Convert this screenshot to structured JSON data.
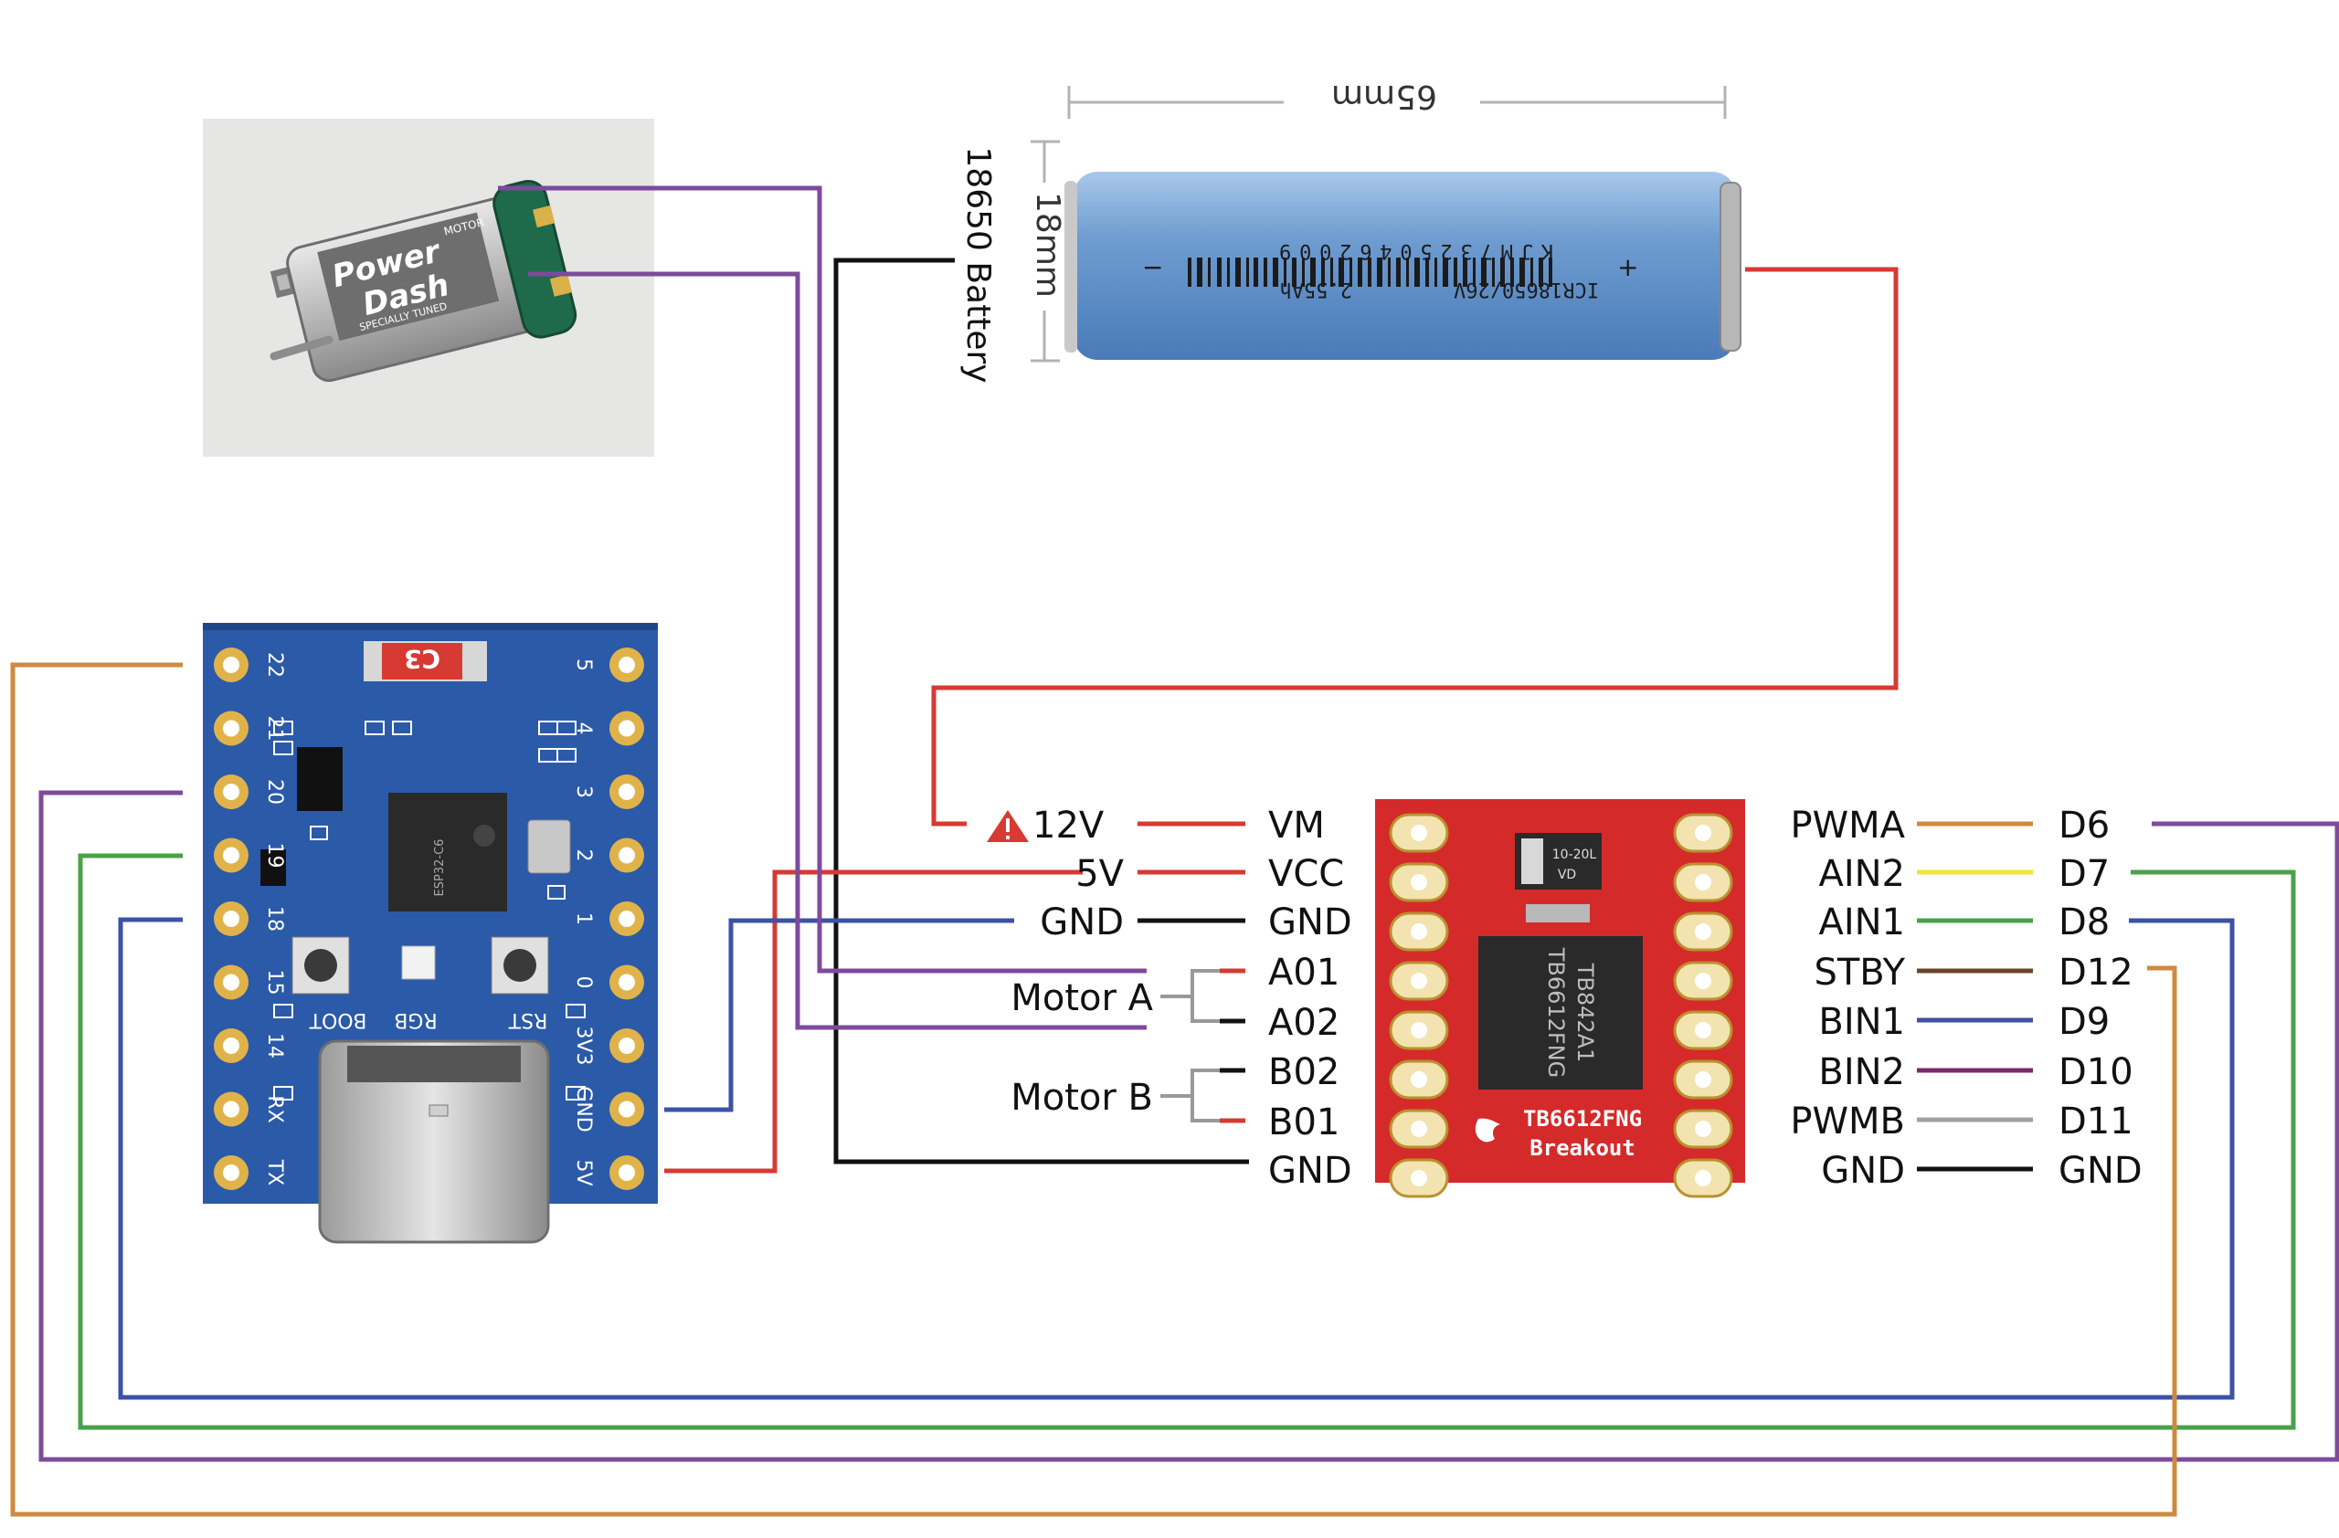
{
  "battery": {
    "caption": "18650 Battery",
    "length_label": "65mm",
    "diameter_label": "18mm",
    "print_code": "KJM73250462009",
    "print_model": "ICR18650/26V",
    "print_capacity": "2.55Ah",
    "minus_symbol": "−",
    "plus_symbol": "+"
  },
  "motor": {
    "brand_line1": "Power",
    "brand_line2": "Dash",
    "sub": "SPECIALLY TUNED",
    "tag": "MOTOR"
  },
  "mcu": {
    "chip_label": "C3",
    "left_pins": [
      "22",
      "21",
      "20",
      "19",
      "18",
      "15",
      "14",
      "RX",
      "TX"
    ],
    "right_pins": [
      "5",
      "4",
      "3",
      "2",
      "1",
      "0",
      "3V3",
      "GND",
      "5V"
    ],
    "button_labels": [
      "BOOT",
      "RGB",
      "RST"
    ],
    "ic_text": "ESP32-C6"
  },
  "driver": {
    "chip_text": "TB6612FNG",
    "chip_text2": "TB842A1",
    "title_line1": "TB6612FNG",
    "title_line2": "Breakout",
    "reg_text1": "10-20L",
    "reg_text2": "VD"
  },
  "driver_left_pins": [
    "VM",
    "VCC",
    "GND",
    "A01",
    "A02",
    "B02",
    "B01",
    "GND"
  ],
  "power_labels": {
    "v12": "12V",
    "v5": "5V",
    "gnd": "GND"
  },
  "motor_groups": {
    "a": "Motor A",
    "b": "Motor B"
  },
  "driver_right_pins": [
    "PWMA",
    "AIN2",
    "AIN1",
    "STBY",
    "BIN1",
    "BIN2",
    "PWMB",
    "GND"
  ],
  "mcu_targets": [
    "D6",
    "D7",
    "D8",
    "D12",
    "D9",
    "D10",
    "D11",
    "GND"
  ],
  "colors": {
    "red": "#d63a33",
    "black": "#111111",
    "purple": "#7d4a9c",
    "blue": "#3c52a5",
    "green": "#4aa14a",
    "orange": "#cf8a3e",
    "yellow": "#f2e635",
    "brown": "#6b4426",
    "dark_purple": "#7a2a6a",
    "gray": "#a0a0a0",
    "board_blue": "#2b5aa8",
    "breakout_red": "#d52a2a",
    "battery_blue": "#7fa9d6"
  }
}
